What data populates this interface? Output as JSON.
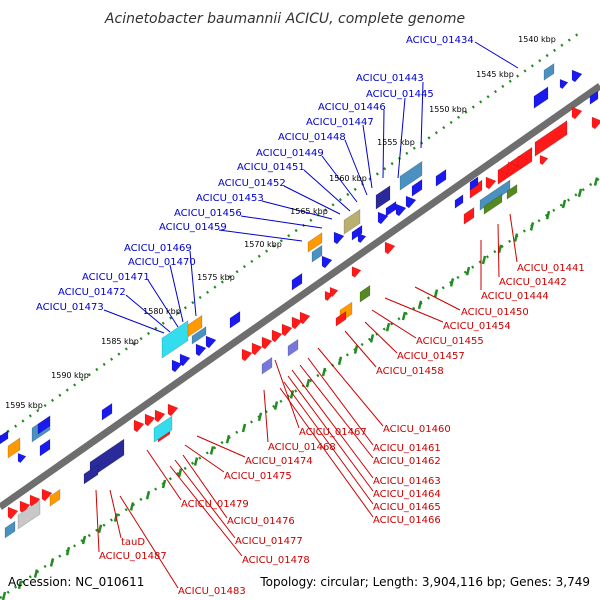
{
  "title": "Acinetobacter baumannii ACICU, complete genome",
  "footer": {
    "accession": "Accession: NC_010611",
    "summary": "Topology: circular; Length: 3,904,116 bp; Genes: 3,749"
  },
  "colors": {
    "forward_label": "#0000cc",
    "reverse_label": "#cc0000",
    "backbone": "#808080",
    "tick_mark": "#228b22"
  },
  "ticks": [
    "1540 kbp",
    "1545 kbp",
    "1550 kbp",
    "1555 kbp",
    "1560 kbp",
    "1565 kbp",
    "1570 kbp",
    "1575 kbp",
    "1580 kbp",
    "1585 kbp",
    "1590 kbp",
    "1595 kbp"
  ],
  "forward_labels": [
    "ACICU_01434",
    "ACICU_01443",
    "ACICU_01445",
    "ACICU_01446",
    "ACICU_01447",
    "ACICU_01448",
    "ACICU_01449",
    "ACICU_01451",
    "ACICU_01452",
    "ACICU_01453",
    "ACICU_01456",
    "ACICU_01459",
    "ACICU_01469",
    "ACICU_01470",
    "ACICU_01471",
    "ACICU_01472",
    "ACICU_01473"
  ],
  "reverse_labels": [
    "ACICU_01441",
    "ACICU_01442",
    "ACICU_01444",
    "ACICU_01450",
    "ACICU_01454",
    "ACICU_01455",
    "ACICU_01457",
    "ACICU_01458",
    "ACICU_01460",
    "ACICU_01467",
    "ACICU_01468",
    "ACICU_01461",
    "ACICU_01474",
    "ACICU_01462",
    "ACICU_01475",
    "ACICU_01463",
    "ACICU_01464",
    "ACICU_01465",
    "ACICU_01479",
    "ACICU_01466",
    "ACICU_01476",
    "tauD",
    "ACICU_01477",
    "ACICU_01487",
    "ACICU_01478",
    "ACICU_01483"
  ]
}
